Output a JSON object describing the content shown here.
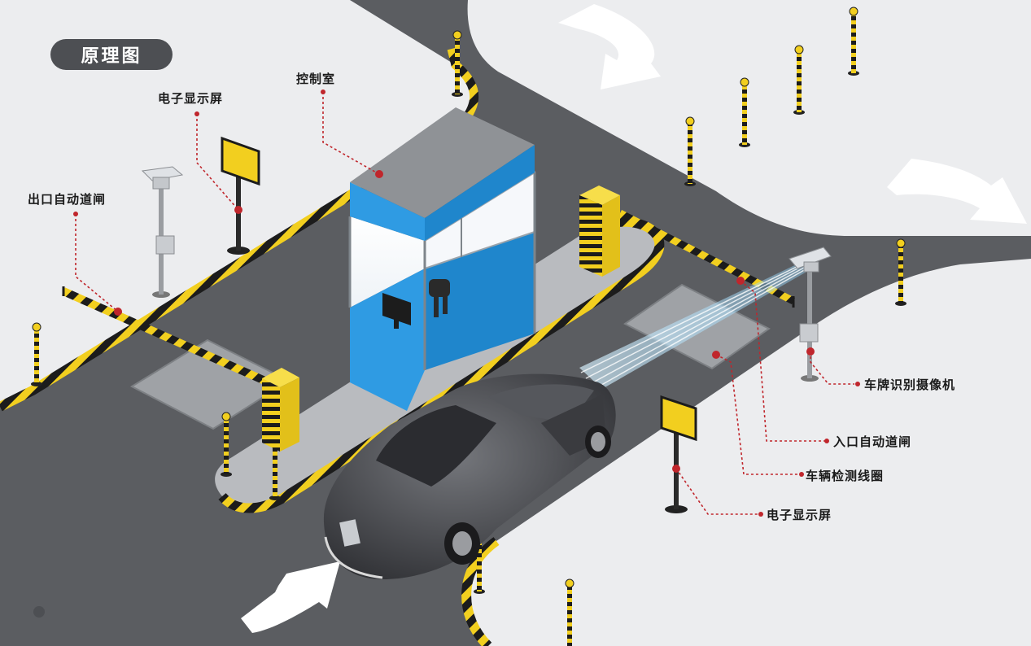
{
  "title": "原理图",
  "labels": {
    "exit_display": "电子显示屏",
    "control_room": "控制室",
    "exit_gate": "出口自动道闸",
    "plate_camera": "车牌识别摄像机",
    "entry_gate": "入口自动道闸",
    "vehicle_loop": "车辆检测线圈",
    "entry_display": "电子显示屏"
  },
  "colors": {
    "road": "#5b5d61",
    "ground": "#ecedef",
    "island": "#b9bbbf",
    "booth_blue": "#2f9be3",
    "booth_roof": "#8f9296",
    "hazard_yellow": "#f2cf1f",
    "hazard_black": "#1c1c1c",
    "leader_red": "#c0262c",
    "car_body": "#3f4044"
  },
  "icons": [
    "arrow-icon",
    "camera-icon",
    "display-sign-icon",
    "bollard-icon",
    "car-icon",
    "monitor-icon",
    "chair-icon"
  ]
}
